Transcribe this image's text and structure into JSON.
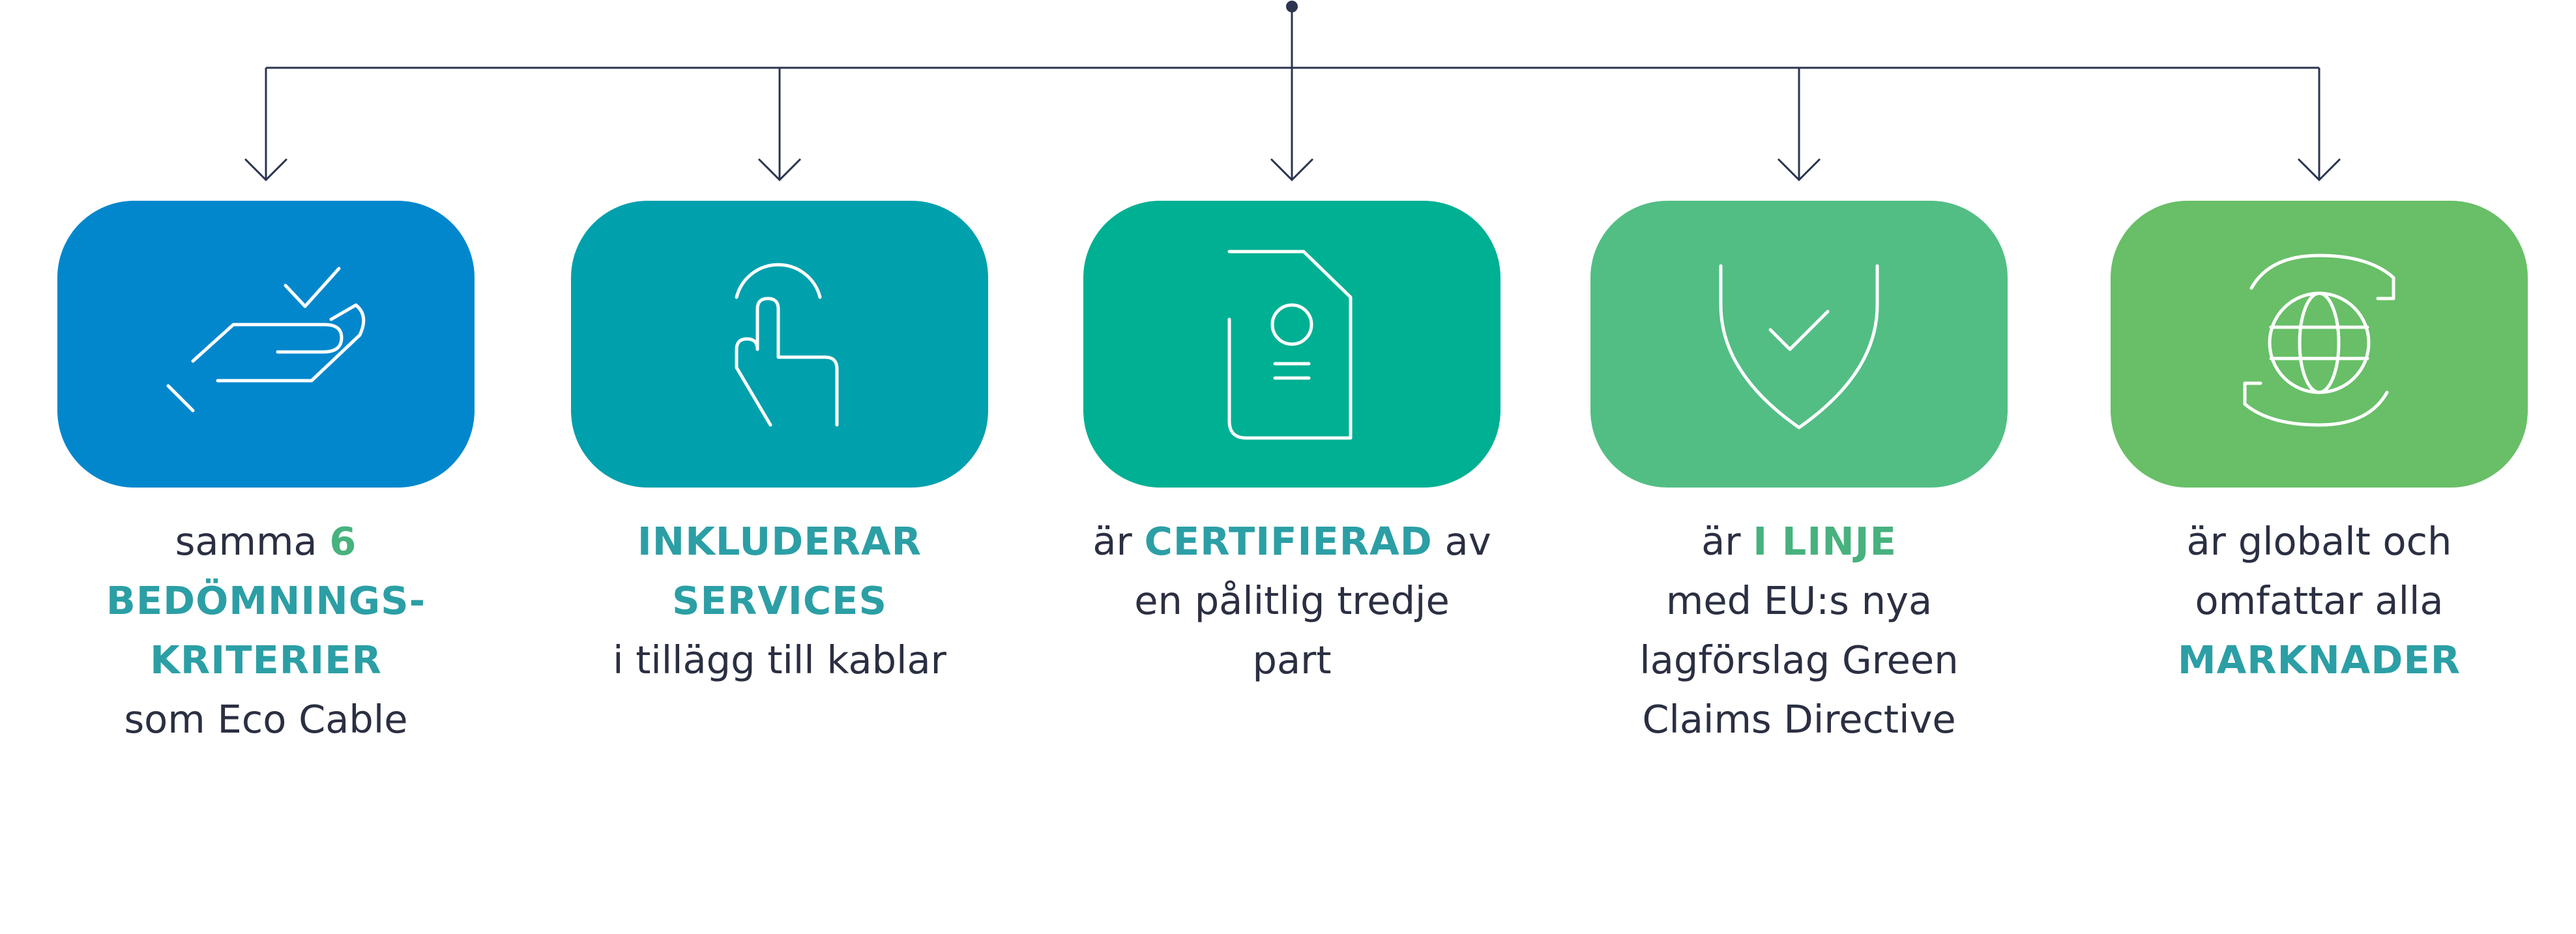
{
  "colors": {
    "connector": "#2b3550",
    "caption_text": "#2b2f42",
    "icon_stroke": "#ffffff"
  },
  "items": [
    {
      "icon": "hand-check-icon",
      "card_color": "#0287cd",
      "highlight_color": "#2b9fa5",
      "lines": [
        [
          {
            "t": "samma ",
            "em": false
          },
          {
            "t": "6",
            "em": true,
            "color": "#47b27e"
          }
        ],
        [
          {
            "t": "BEDÖMNINGS-",
            "em": true
          }
        ],
        [
          {
            "t": "KRITERIER",
            "em": true
          }
        ],
        [
          {
            "t": "som Eco Cable",
            "em": false
          }
        ]
      ]
    },
    {
      "icon": "finger-tap-icon",
      "card_color": "#00a0ad",
      "highlight_color": "#2b9fa5",
      "lines": [
        [
          {
            "t": "INKLUDERAR",
            "em": true
          }
        ],
        [
          {
            "t": "SERVICES",
            "em": true
          }
        ],
        [
          {
            "t": "i tillägg till kablar",
            "em": false
          }
        ]
      ]
    },
    {
      "icon": "certificate-document-icon",
      "card_color": "#00b092",
      "highlight_color": "#2b9fa5",
      "lines": [
        [
          {
            "t": "är ",
            "em": false
          },
          {
            "t": "CERTIFIERAD",
            "em": true
          },
          {
            "t": " av",
            "em": false
          }
        ],
        [
          {
            "t": "en pålitlig tredje",
            "em": false
          }
        ],
        [
          {
            "t": "part",
            "em": false
          }
        ]
      ]
    },
    {
      "icon": "shield-check-icon",
      "card_color": "#52be84",
      "highlight_color": "#47b27e",
      "lines": [
        [
          {
            "t": "är ",
            "em": false
          },
          {
            "t": "I LINJE",
            "em": true
          }
        ],
        [
          {
            "t": "med EU:s nya",
            "em": false
          }
        ],
        [
          {
            "t": "lagförslag Green",
            "em": false
          }
        ],
        [
          {
            "t": "Claims Directive",
            "em": false
          }
        ]
      ]
    },
    {
      "icon": "globe-refresh-icon",
      "card_color": "#68bf67",
      "highlight_color": "#2b9fa5",
      "lines": [
        [
          {
            "t": "är globalt och",
            "em": false
          }
        ],
        [
          {
            "t": "omfattar alla",
            "em": false
          }
        ],
        [
          {
            "t": "MARKNADER",
            "em": true
          }
        ]
      ]
    }
  ]
}
